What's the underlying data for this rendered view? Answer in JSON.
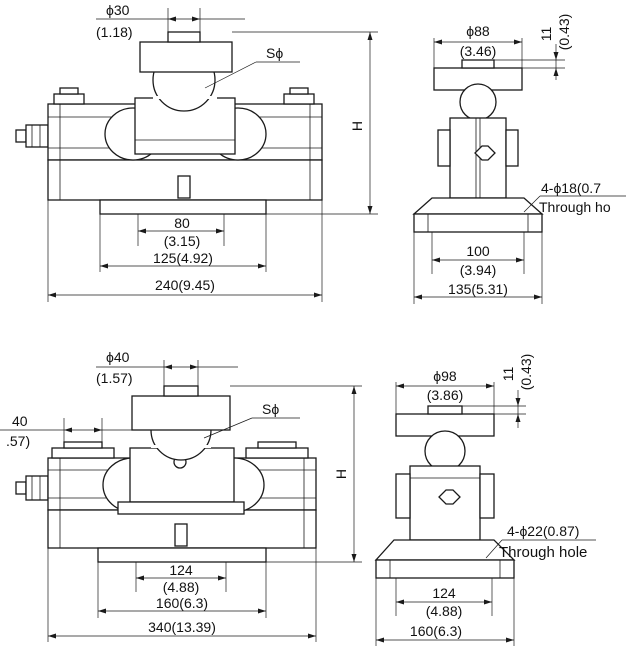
{
  "top": {
    "side": {
      "dia_mm": "ϕ30",
      "dia_in": "(1.18)",
      "sphere": "Sϕ",
      "height": "H",
      "base_mm": "80",
      "base_in": "(3.15)",
      "mount": "125(4.92)",
      "overall": "240(9.45)"
    },
    "end": {
      "dia_mm": "ϕ88",
      "dia_in": "(3.46)",
      "thick_mm": "11",
      "thick_in": "(0.43)",
      "hole_spec": "4-ϕ18(0.7",
      "hole_text": "Through ho",
      "base_mm": "100",
      "base_in": "(3.94)",
      "overall": "135(5.31)"
    }
  },
  "bottom": {
    "side": {
      "dia_mm": "ϕ40",
      "dia_in": "(1.57)",
      "left_mm": "40",
      "left_in": ".57)",
      "sphere": "Sϕ",
      "height": "H",
      "base_mm": "124",
      "base_in": "(4.88)",
      "mount": "160(6.3)",
      "overall": "340(13.39)"
    },
    "end": {
      "dia_mm": "ϕ98",
      "dia_in": "(3.86)",
      "thick_mm": "11",
      "thick_in": "(0.43)",
      "hole_spec": "4-ϕ22(0.87)",
      "hole_text": "Through hole",
      "base_mm": "124",
      "base_in": "(4.88)",
      "overall": "160(6.3)"
    }
  }
}
